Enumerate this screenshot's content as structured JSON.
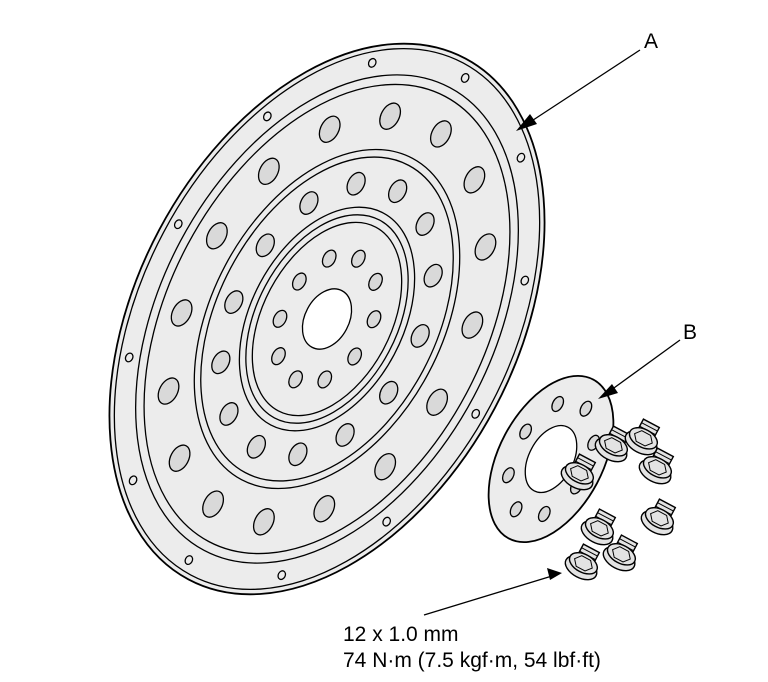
{
  "callouts": {
    "a": "A",
    "b": "B"
  },
  "spec": {
    "size": "12 x 1.0 mm",
    "torque": "74 N·m (7.5 kgf·m, 54 lbf·ft)"
  },
  "colors": {
    "line": "#000000",
    "plate_fill": "#ececec",
    "hole_fill": "#d9d9d9"
  }
}
